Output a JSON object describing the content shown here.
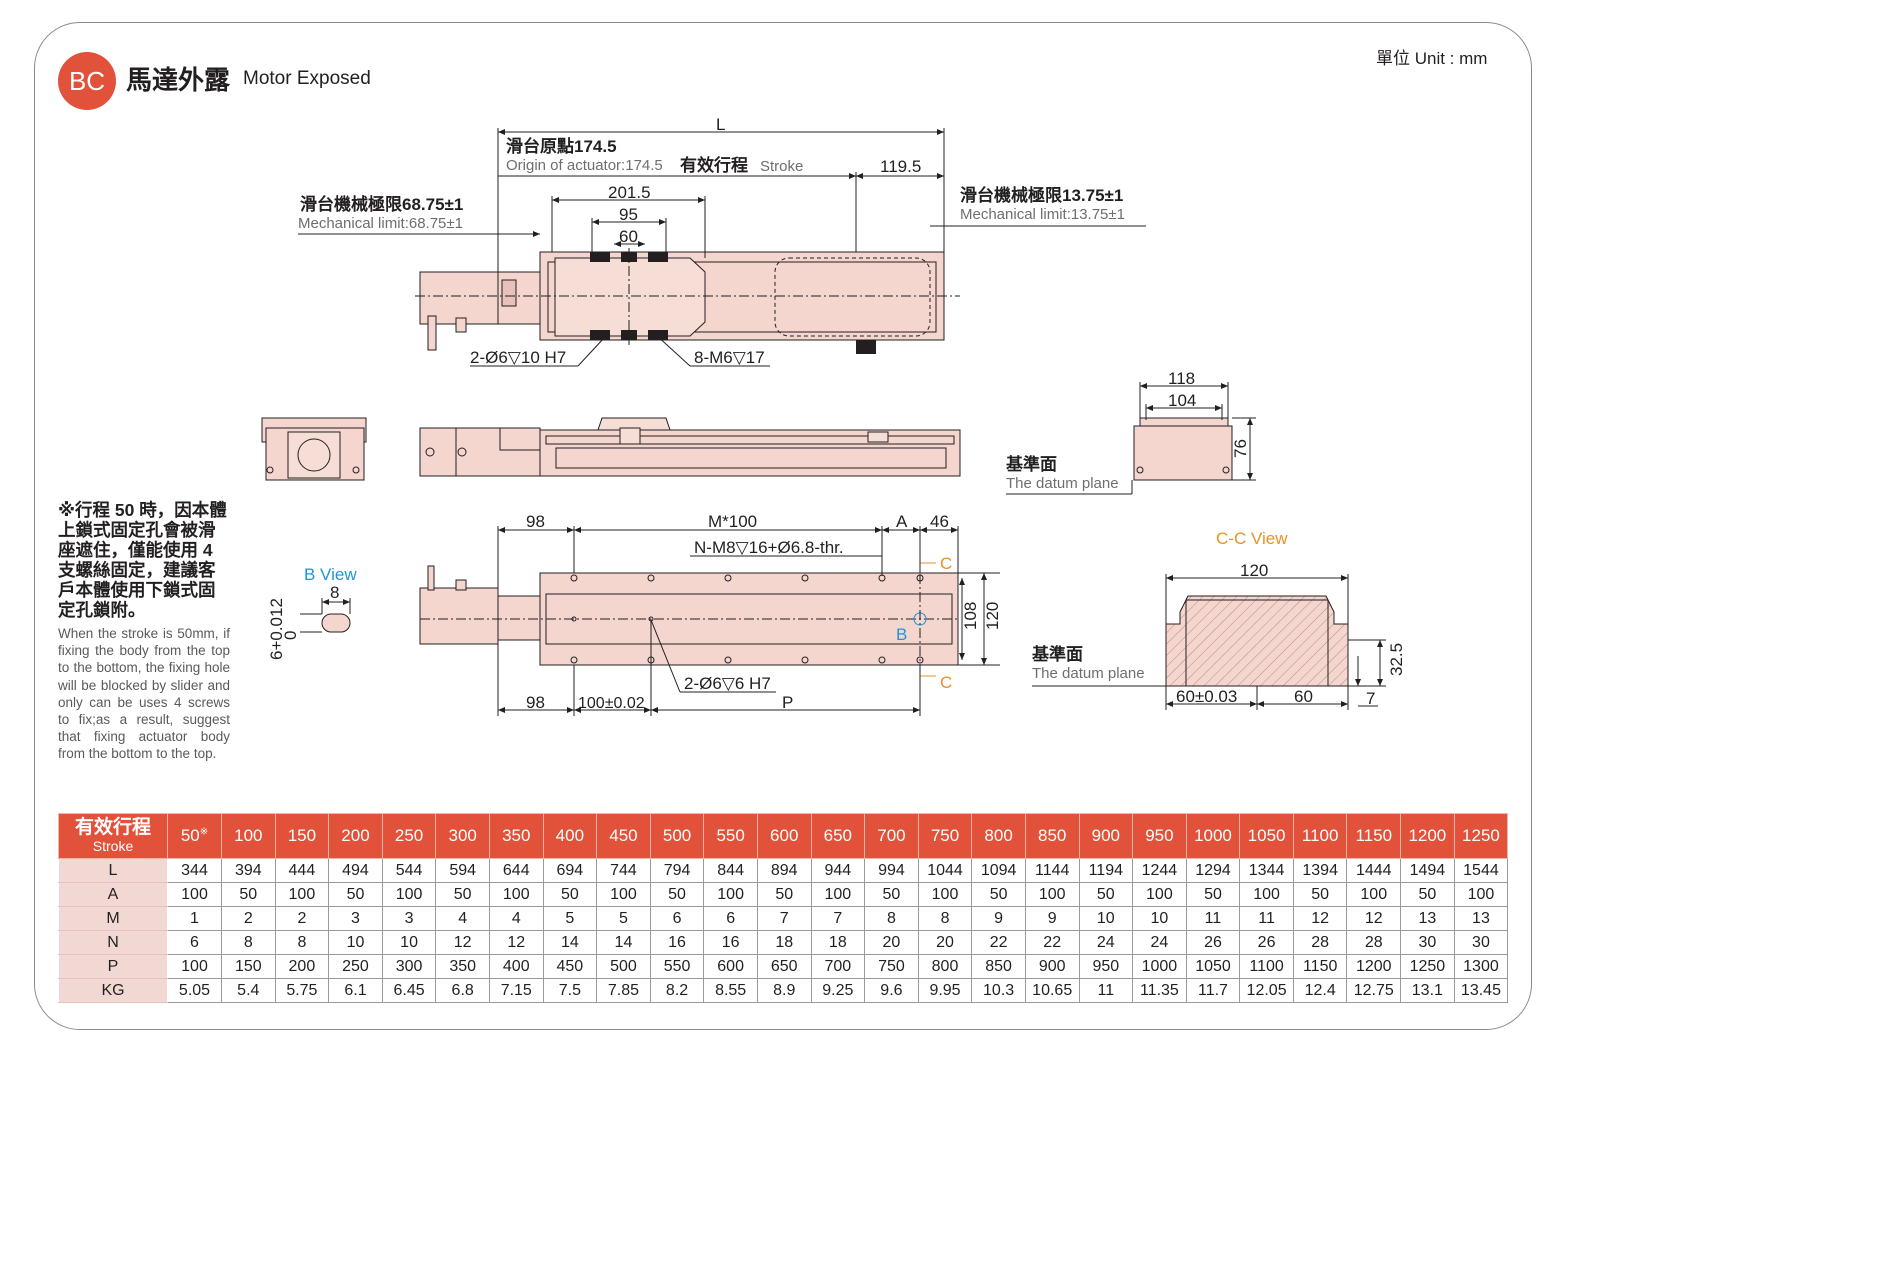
{
  "header": {
    "badge": "BC",
    "title_zh": "馬達外露",
    "title_en": "Motor Exposed",
    "unit": "單位 Unit : mm"
  },
  "top_view": {
    "L": "L",
    "origin_zh": "滑台原點174.5",
    "origin_en": "Origin of actuator:174.5",
    "stroke_zh": "有效行程",
    "stroke_en": "Stroke",
    "dim_119_5": "119.5",
    "dim_201_5": "201.5",
    "dim_95": "95",
    "dim_60": "60",
    "mech_left_zh": "滑台機械極限68.75±1",
    "mech_left_en": "Mechanical limit:68.75±1",
    "mech_right_zh": "滑台機械極限13.75±1",
    "mech_right_en": "Mechanical limit:13.75±1",
    "hole1": "2-Ø6▽10 H7",
    "hole2": "8-M6▽17"
  },
  "end_view": {
    "dim_118": "118",
    "dim_104": "104",
    "dim_76": "76",
    "datum_zh": "基準面",
    "datum_en": "The datum plane"
  },
  "bottom_view": {
    "dim_98a": "98",
    "m100": "M*100",
    "A": "A",
    "dim_46": "46",
    "n_m8": "N-M8▽16+Ø6.8-thr.",
    "C1": "C",
    "C2": "C",
    "B": "B",
    "dim_108": "108",
    "dim_120": "120",
    "hole": "2-Ø6▽6 H7",
    "dim_98b": "98",
    "dim_100": "100±0.02",
    "P": "P"
  },
  "b_view": {
    "title": "B View",
    "dim_8": "8",
    "tol": "6+0.012",
    "zero": "0"
  },
  "cc_view": {
    "title": "C-C View",
    "dim_120": "120",
    "datum_zh": "基準面",
    "datum_en": "The datum plane",
    "dim_60_03": "60±0.03",
    "dim_60": "60",
    "dim_32_5": "32.5",
    "dim_7": "7"
  },
  "note": {
    "zh": "※行程 50 時，因本體上鎖式固定孔會被滑座遮住，僅能使用 4 支螺絲固定，建議客戶本體使用下鎖式固定孔鎖附。",
    "en": "When the stroke is 50mm, if fixing the body from the top to the bottom, the fixing hole will be blocked by slider and only can be uses 4 screws to fix;as a result, suggest that fixing actuator body from the bottom to the top."
  },
  "table": {
    "head_zh": "有效行程",
    "head_en": "Stroke",
    "star": "※",
    "strokes": [
      "50",
      "100",
      "150",
      "200",
      "250",
      "300",
      "350",
      "400",
      "450",
      "500",
      "550",
      "600",
      "650",
      "700",
      "750",
      "800",
      "850",
      "900",
      "950",
      "1000",
      "1050",
      "1100",
      "1150",
      "1200",
      "1250"
    ],
    "rows": [
      {
        "label": "L",
        "values": [
          "344",
          "394",
          "444",
          "494",
          "544",
          "594",
          "644",
          "694",
          "744",
          "794",
          "844",
          "894",
          "944",
          "994",
          "1044",
          "1094",
          "1144",
          "1194",
          "1244",
          "1294",
          "1344",
          "1394",
          "1444",
          "1494",
          "1544"
        ]
      },
      {
        "label": "A",
        "values": [
          "100",
          "50",
          "100",
          "50",
          "100",
          "50",
          "100",
          "50",
          "100",
          "50",
          "100",
          "50",
          "100",
          "50",
          "100",
          "50",
          "100",
          "50",
          "100",
          "50",
          "100",
          "50",
          "100",
          "50",
          "100"
        ]
      },
      {
        "label": "M",
        "values": [
          "1",
          "2",
          "2",
          "3",
          "3",
          "4",
          "4",
          "5",
          "5",
          "6",
          "6",
          "7",
          "7",
          "8",
          "8",
          "9",
          "9",
          "10",
          "10",
          "11",
          "11",
          "12",
          "12",
          "13",
          "13"
        ]
      },
      {
        "label": "N",
        "values": [
          "6",
          "8",
          "8",
          "10",
          "10",
          "12",
          "12",
          "14",
          "14",
          "16",
          "16",
          "18",
          "18",
          "20",
          "20",
          "22",
          "22",
          "24",
          "24",
          "26",
          "26",
          "28",
          "28",
          "30",
          "30"
        ]
      },
      {
        "label": "P",
        "values": [
          "100",
          "150",
          "200",
          "250",
          "300",
          "350",
          "400",
          "450",
          "500",
          "550",
          "600",
          "650",
          "700",
          "750",
          "800",
          "850",
          "900",
          "950",
          "1000",
          "1050",
          "1100",
          "1150",
          "1200",
          "1250",
          "1300"
        ]
      },
      {
        "label": "KG",
        "values": [
          "5.05",
          "5.4",
          "5.75",
          "6.1",
          "6.45",
          "6.8",
          "7.15",
          "7.5",
          "7.85",
          "8.2",
          "8.55",
          "8.9",
          "9.25",
          "9.6",
          "9.95",
          "10.3",
          "10.65",
          "11",
          "11.35",
          "11.7",
          "12.05",
          "12.4",
          "12.75",
          "13.1",
          "13.45"
        ]
      }
    ]
  },
  "colors": {
    "accent": "#e2513a",
    "body": "#f4d6cf",
    "blue": "#1e96d6",
    "orange": "#e8922a"
  }
}
